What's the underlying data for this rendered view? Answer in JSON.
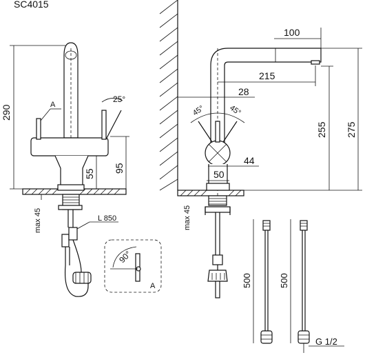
{
  "model": "SC4015",
  "dims": {
    "height_290": "290",
    "angle_25": "25°",
    "section_a": "A",
    "height_95": "95",
    "height_55": "55",
    "max_45_left": "max 45",
    "hose_length": "L 850",
    "rotation_90": "90°",
    "detail_a": "A",
    "spout_100": "100",
    "reach_215": "215",
    "offset_28": "28",
    "angle_45_left": "45°",
    "angle_45_right": "45°",
    "height_255": "255",
    "height_275": "275",
    "diameter_44": "44",
    "base_50": "50",
    "max_45_right": "max 45",
    "hose_500_a": "500",
    "hose_500_b": "500",
    "thread": "G 1/2"
  }
}
